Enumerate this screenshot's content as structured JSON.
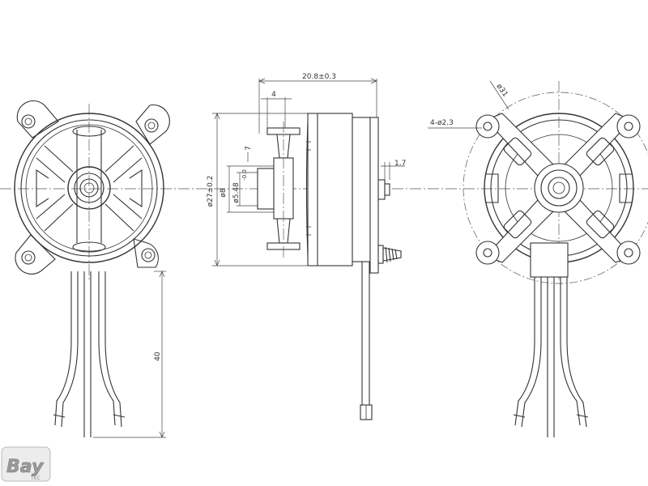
{
  "dimensions": {
    "overall_length": "20.8±0.3",
    "flange_offset": "4",
    "shaft_length": "7",
    "body_diameter": "ø27±0.2",
    "hub_diameter": "ø8",
    "shaft_diameter": "ø5.48",
    "shaft_tolerance": "-0.0",
    "prop_adapter": "1.7",
    "bolt_circle": "ø31",
    "mount_holes": "4-ø2.3",
    "lead_length": "40"
  },
  "logo": {
    "text": "Bay",
    "subtext": "TEC"
  },
  "colors": {
    "line": "#333333",
    "logo_fill": "#c0c0c0"
  }
}
